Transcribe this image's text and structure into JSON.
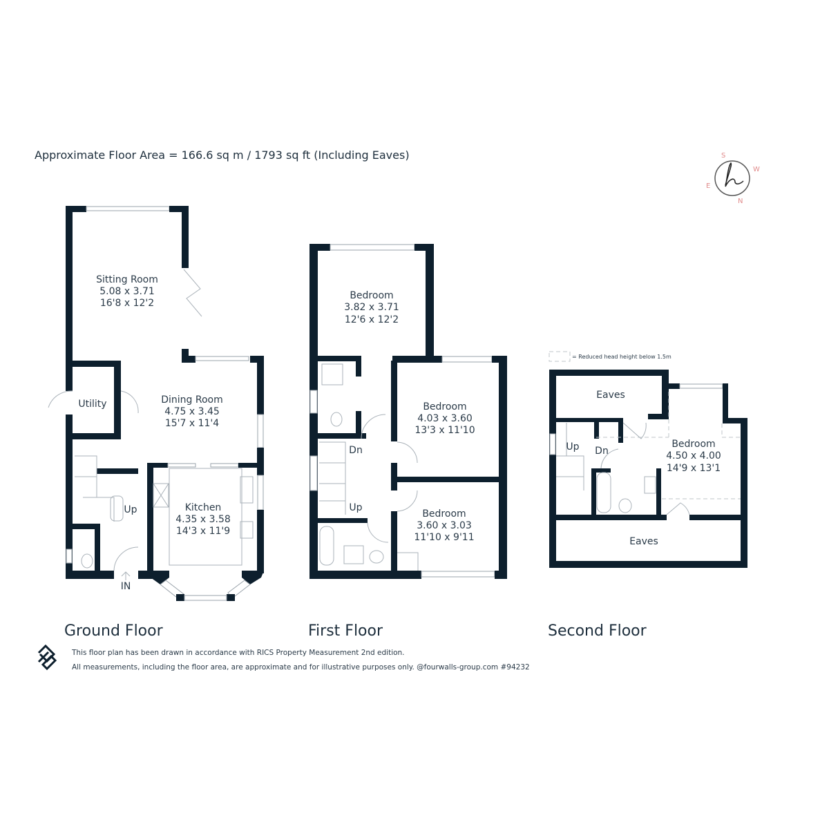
{
  "header": {
    "floor_area": "Approximate Floor Area = 166.6 sq m / 1793 sq ft (Including Eaves)"
  },
  "compass": {
    "s": "S",
    "w": "W",
    "e": "E",
    "n": "N"
  },
  "legend": {
    "reduced_head_height": "= Reduced head height below 1.5m"
  },
  "ground_floor": {
    "title": "Ground Floor",
    "sitting": {
      "name": "Sitting Room",
      "metric": "5.08 x 3.71",
      "imperial": "16'8 x 12'2"
    },
    "dining": {
      "name": "Dining Room",
      "metric": "4.75 x 3.45",
      "imperial": "15'7 x 11'4"
    },
    "utility": {
      "name": "Utility"
    },
    "kitchen": {
      "name": "Kitchen",
      "metric": "4.35 x 3.58",
      "imperial": "14'3 x 11'9"
    },
    "up": "Up",
    "entrance": "IN"
  },
  "first_floor": {
    "title": "First Floor",
    "bed1": {
      "name": "Bedroom",
      "metric": "3.82 x 3.71",
      "imperial": "12'6 x 12'2"
    },
    "bed2": {
      "name": "Bedroom",
      "metric": "4.03 x 3.60",
      "imperial": "13'3 x 11'10"
    },
    "bed3": {
      "name": "Bedroom",
      "metric": "3.60 x 3.03",
      "imperial": "11'10 x 9'11"
    },
    "dn": "Dn",
    "up": "Up"
  },
  "second_floor": {
    "title": "Second Floor",
    "eaves_top": "Eaves",
    "eaves_bottom": "Eaves",
    "bed": {
      "name": "Bedroom",
      "metric": "4.50 x 4.00",
      "imperial": "14'9 x 13'1"
    },
    "up": "Up",
    "dn": "Dn"
  },
  "footer": {
    "line1": "This floor plan has been drawn in accordance with RICS Property Measurement 2nd edition.",
    "line2": "All measurements, including the floor area, are approximate and for illustrative purposes only. @fourwalls-group.com #94232"
  },
  "colors": {
    "wall": "#0d1f2d",
    "compass": "#e08a8a"
  }
}
